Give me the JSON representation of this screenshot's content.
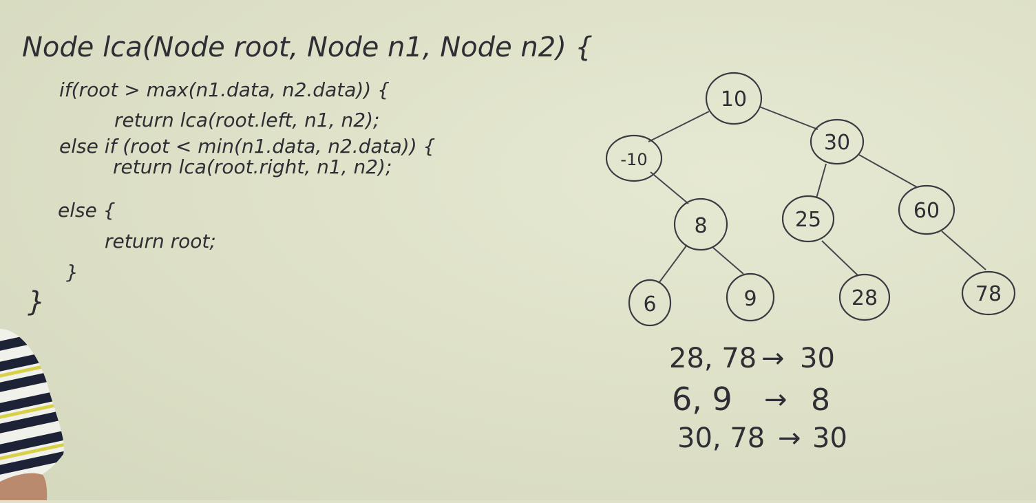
{
  "code": {
    "signature": "Node lca(Node root, Node n1, Node n2) {",
    "line1": "if(root > max(n1.data, n2.data)) {",
    "line2": "return lca(root.left, n1, n2);",
    "line3": "else if (root < min(n1.data, n2.data)) {",
    "line4": "return lca(root.right, n1, n2);",
    "line5": "else {",
    "line6": "return root;",
    "line7": "}",
    "line8": "}"
  },
  "tree": {
    "nodes": {
      "n10": "10",
      "nm10": "-10",
      "n30": "30",
      "n8": "8",
      "n25": "25",
      "n60": "60",
      "n6": "6",
      "n9": "9",
      "n28": "28",
      "n78": "78"
    }
  },
  "examples": [
    {
      "pair": "28, 78",
      "arrow": "→",
      "result": "30"
    },
    {
      "pair": "6, 9",
      "arrow": "→",
      "result": "8"
    },
    {
      "pair": "30, 78",
      "arrow": "→",
      "result": "30"
    }
  ],
  "colors": {
    "board": "#dfe2c9",
    "ink": "#2e2e34",
    "shirt_stripe_dark": "#1d2236",
    "shirt_stripe_light": "#f1f1ec",
    "shirt_stripe_yellow": "#d9d04a"
  }
}
